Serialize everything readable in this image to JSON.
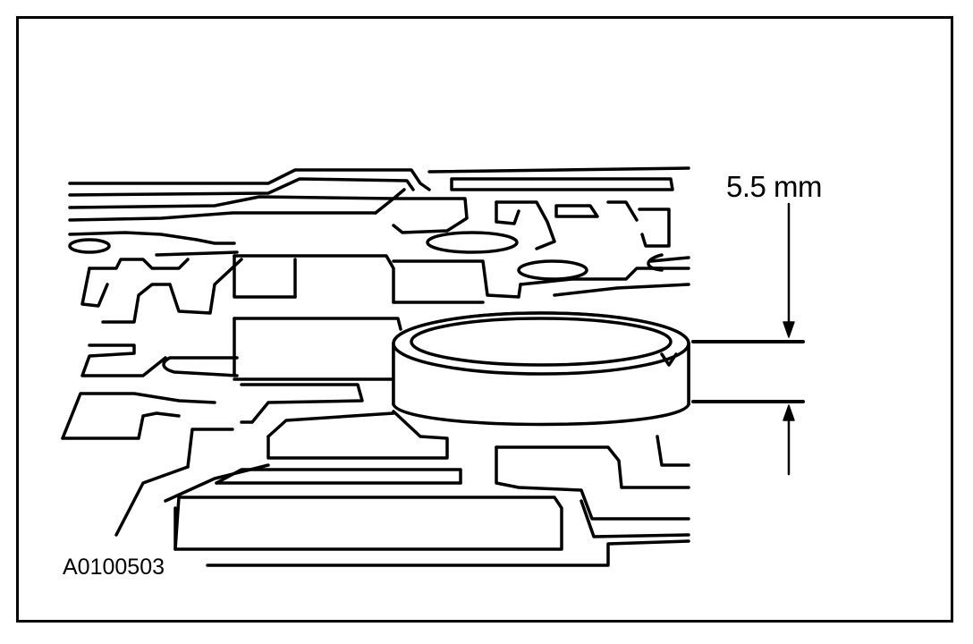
{
  "diagram": {
    "dimension_label": "5.5 mm",
    "figure_id": "A0100503",
    "component_depicted": "ring-on-valve-body",
    "colors": {
      "line": "#000000",
      "background": "#ffffff"
    }
  }
}
